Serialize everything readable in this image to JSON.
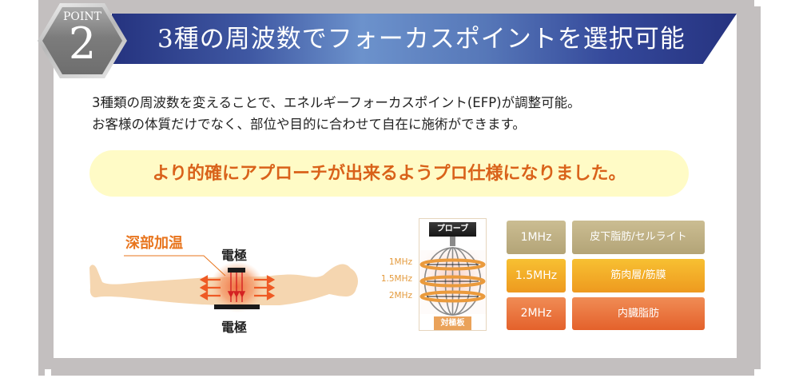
{
  "badge": {
    "label": "POINT",
    "number": "2"
  },
  "banner": {
    "title": "3種の周波数でフォーカスポイントを選択可能"
  },
  "description": {
    "lines": [
      "3種類の周波数を変えることで、エネルギーフォーカスポイント(EFP)が調整可能。",
      "お客様の体質だけでなく、部位や目的に合わせて自在に施術ができます。"
    ]
  },
  "callout": {
    "text": "より的確にアプローチが出来るようプロ仕様になりました。"
  },
  "body_illustration": {
    "heading": "深部加温",
    "electrode_top": "電極",
    "electrode_bottom": "電極",
    "icons": [
      "body-silhouette-icon",
      "heat-arrow-icon",
      "electrode-plate-icon"
    ]
  },
  "probe_diagram": {
    "probe_label": "プローブ",
    "plate_label": "対極板",
    "frequencies": [
      "1MHz",
      "1.5MHz",
      "2MHz"
    ]
  },
  "frequency_table": {
    "rows": [
      {
        "frequency": "1MHz",
        "target": "皮下脂肪/セルライト",
        "color": "#bfae80"
      },
      {
        "frequency": "1.5MHz",
        "target": "筋肉層/筋膜",
        "color": "#f2ab28"
      },
      {
        "frequency": "2MHz",
        "target": "内臓脂肪",
        "color": "#ea7540"
      }
    ]
  },
  "colors": {
    "frame": "#c3bfbf",
    "banner_dark": "#25337f",
    "banner_light": "#6c92cc",
    "callout_bg": "#fffbc6",
    "callout_text": "#d9621a",
    "skin": "#f5d6b0",
    "accent_orange": "#e8751e"
  }
}
